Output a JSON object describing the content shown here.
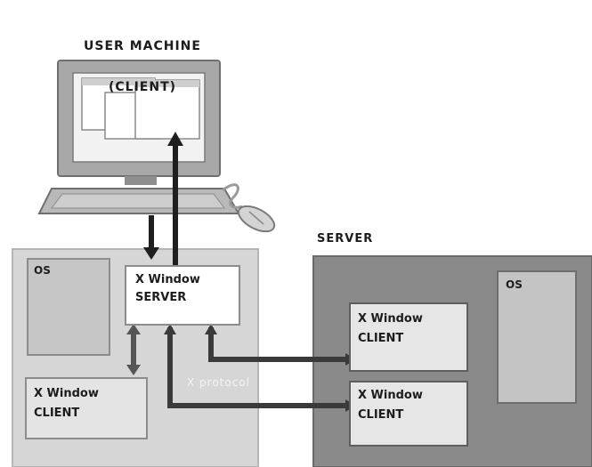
{
  "user_machine": {
    "title_line1": "USER MACHINE",
    "title_line2": "(CLIENT)"
  },
  "server": {
    "title": "SERVER"
  },
  "left_panel": {
    "os_label": "OS",
    "xserver_line1": "X Window",
    "xserver_line2": "SERVER",
    "xclient_line1": "X Window",
    "xclient_line2": "CLIENT"
  },
  "right_panel": {
    "os_label": "OS",
    "xclient_a_line1": "X Window",
    "xclient_a_line2": "CLIENT",
    "xclient_b_line1": "X Window",
    "xclient_b_line2": "CLIENT"
  },
  "connection_label": "X protocol",
  "colors": {
    "monitor_frame": "#9a9a9a",
    "client_panel": "#d8d8d8",
    "server_panel": "#8c8c8c",
    "box_fill": "#ffffff",
    "os_fill": "#c4c4c4",
    "client_box_fill": "#e6e6e6",
    "arrow": "#2b2b2b"
  }
}
